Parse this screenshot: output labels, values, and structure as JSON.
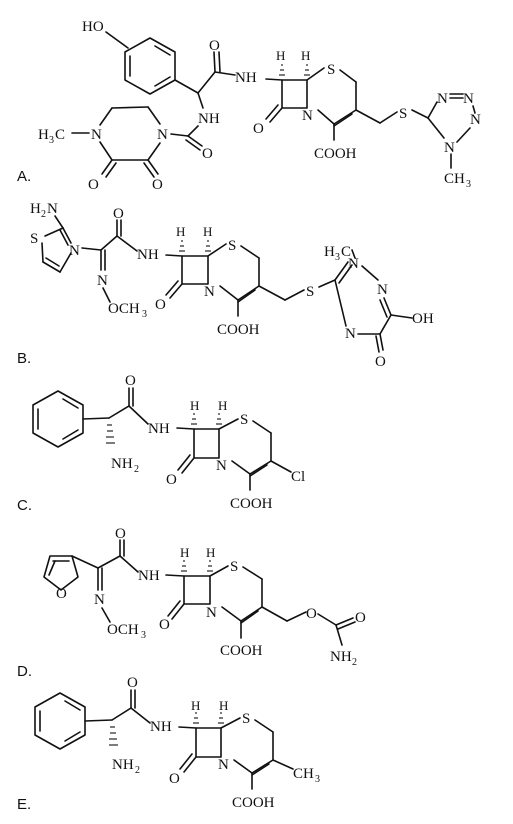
{
  "options": [
    {
      "label": "A.",
      "name": "option-a"
    },
    {
      "label": "B.",
      "name": "option-b"
    },
    {
      "label": "C.",
      "name": "option-c"
    },
    {
      "label": "D.",
      "name": "option-d"
    },
    {
      "label": "E.",
      "name": "option-e"
    }
  ],
  "labels": {
    "a": {
      "ho": "HO",
      "o": "O",
      "nh1": "NH",
      "h": "H",
      "s": "S",
      "nh2": "NH",
      "h3c": "H",
      "h3c_sub": "3",
      "h3c_c": "C",
      "n": "N",
      "o2": "O",
      "o3": "O",
      "o4": "O",
      "cooh": "COOH",
      "n1": "N",
      "n2": "N",
      "n3": "N",
      "n4": "N",
      "ch3": "CH",
      "ch3_sub": "3"
    },
    "b": {
      "h2n": "H",
      "h2n_sub": "2",
      "h2n_n": "N",
      "s": "S",
      "n": "N",
      "o": "O",
      "nh": "NH",
      "h": "H",
      "och3": "OCH",
      "och3_sub": "3",
      "n_oxime": "N",
      "cooh": "COOH",
      "h3c": "H",
      "h3c_sub": "3",
      "h3c_c": "C",
      "oh": "OH",
      "o2": "O",
      "o3": "O"
    },
    "c": {
      "o": "O",
      "nh": "NH",
      "h": "H",
      "s": "S",
      "nh2": "NH",
      "nh2_sub": "2",
      "o2": "O",
      "n": "N",
      "cl": "Cl",
      "cooh": "COOH"
    },
    "d": {
      "o": "O",
      "nh": "NH",
      "h": "H",
      "s": "S",
      "n": "N",
      "och3": "OCH",
      "och3_sub": "3",
      "o2": "O",
      "cooh": "COOH",
      "o3": "O",
      "o4": "O",
      "nh2": "NH",
      "nh2_sub": "2"
    },
    "e": {
      "o": "O",
      "nh": "NH",
      "h": "H",
      "s": "S",
      "nh2": "NH",
      "nh2_sub": "2",
      "o2": "O",
      "n": "N",
      "ch3": "CH",
      "ch3_sub": "3",
      "cooh": "COOH"
    }
  }
}
